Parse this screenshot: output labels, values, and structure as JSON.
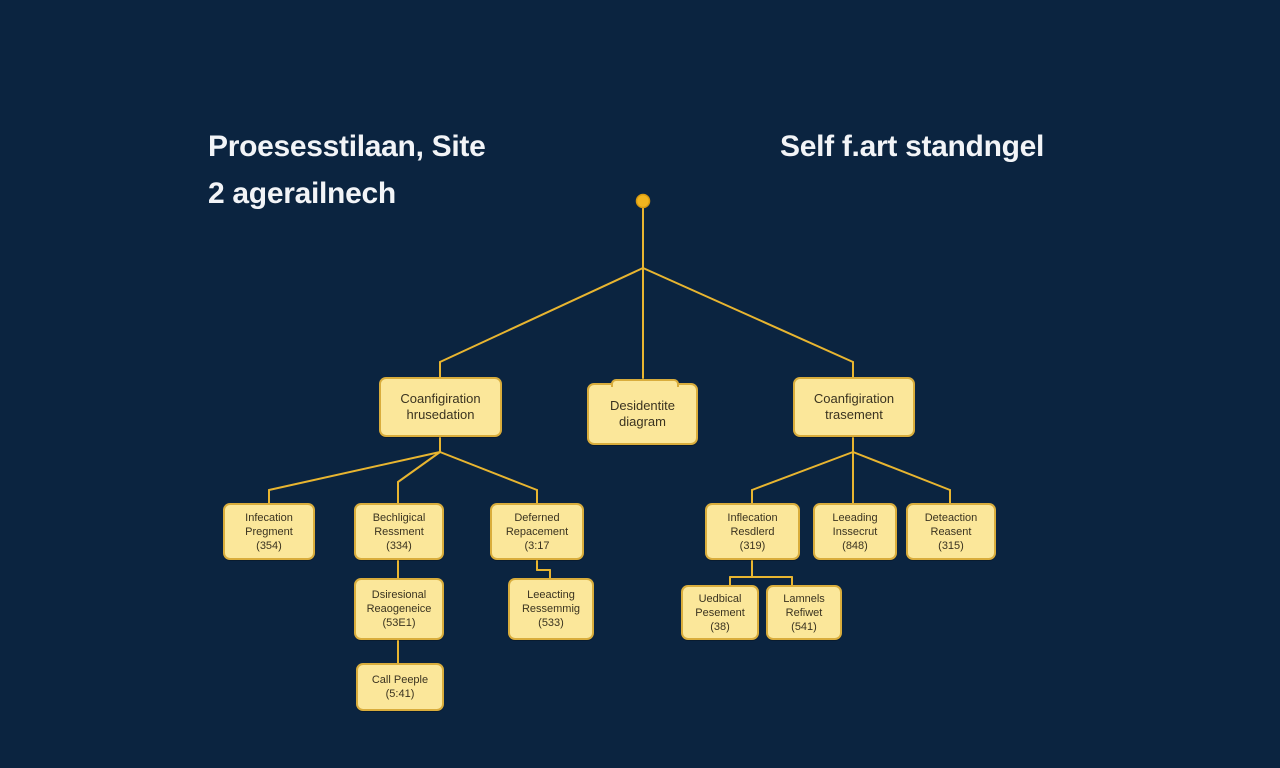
{
  "titles": {
    "left_line1": "Proesesstilaan, Site",
    "left_line2": "2 agerailnech",
    "right": "Self f.art standngel"
  },
  "colors": {
    "background": "#0b2440",
    "connector": "#e8b530",
    "node_fill": "#fbe79a",
    "node_border": "#d9ad3c",
    "title_text": "#f2f4f7"
  },
  "nodes": {
    "config_left": {
      "line1": "Coanfigiration",
      "line2": "hrusedation"
    },
    "center": {
      "line1": "Desidentite",
      "line2": "diagram"
    },
    "config_right": {
      "line1": "Coanfigiration",
      "line2": "trasement"
    },
    "infection_left": {
      "line1": "Infecation",
      "line2": "Pregment",
      "line3": "(354)"
    },
    "bechlogical": {
      "line1": "Bechligical",
      "line2": "Ressment",
      "line3": "(334)"
    },
    "deferned": {
      "line1": "Deferned",
      "line2": "Repacement",
      "line3": "(3:17"
    },
    "dsiresional": {
      "line1": "Dsiresional",
      "line2": "Reaogeneice",
      "line3": "(53E1)"
    },
    "call_peeple": {
      "line1": "Call Peeple",
      "line2": "(5:41)"
    },
    "leeacting": {
      "line1": "Leeacting",
      "line2": "Ressemmig",
      "line3": "(533)"
    },
    "infection_right": {
      "line1": "Inflecation",
      "line2": "Resdlerd",
      "line3": "(319)"
    },
    "leeading": {
      "line1": "Leeading",
      "line2": "Inssecrut",
      "line3": "(848)"
    },
    "detection": {
      "line1": "Deteaction",
      "line2": "Reasent",
      "line3": "(315)"
    },
    "uedbical": {
      "line1": "Uedbical",
      "line2": "Pesement",
      "line3": "(38)"
    },
    "lamnels": {
      "line1": "Lamnels",
      "line2": "Refiwet",
      "line3": "(541)"
    }
  }
}
